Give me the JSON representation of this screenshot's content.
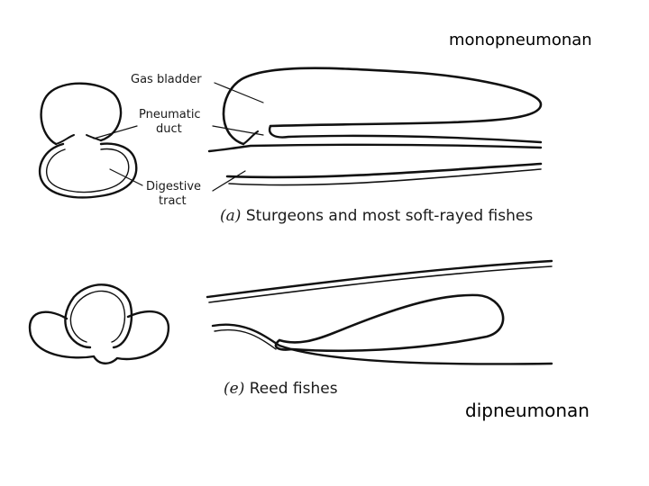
{
  "titles": {
    "top": "monopneumonan",
    "bottom": "dipneumonan"
  },
  "labels": {
    "gas_bladder": "Gas bladder",
    "pneumatic_duct_1": "Pneumatic",
    "pneumatic_duct_2": "duct",
    "digestive_tract_1": "Digestive",
    "digestive_tract_2": "tract"
  },
  "captions": {
    "a_letter": "(a)",
    "a_text": "Sturgeons and most soft-rayed fishes",
    "e_letter": "(e)",
    "e_text": "Reed fishes"
  },
  "colors": {
    "ink": "#111111",
    "background": "#ffffff"
  }
}
